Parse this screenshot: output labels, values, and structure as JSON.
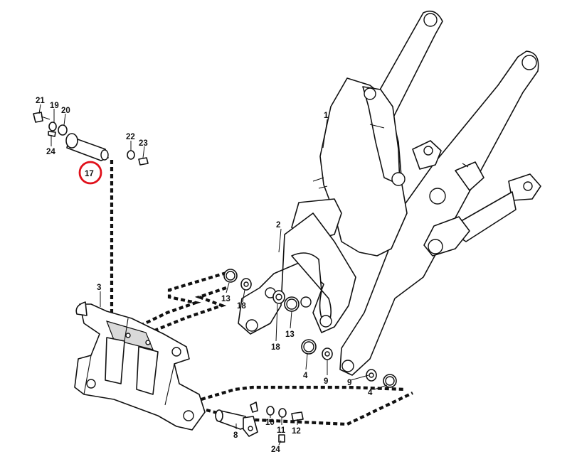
{
  "highlight_color": "#e0101a",
  "line_color": "#111111",
  "callouts": {
    "c1": "1",
    "c2": "2",
    "c3": "3",
    "c4a": "4",
    "c4b": "4",
    "c8": "8",
    "c9a": "9",
    "c9b": "9",
    "c10": "10",
    "c11": "11",
    "c12": "12",
    "c13a": "13",
    "c13b": "13",
    "c17": "17",
    "c18a": "18",
    "c18b": "18",
    "c19": "19",
    "c20": "20",
    "c21": "21",
    "c22": "22",
    "c23": "23",
    "c24a": "24",
    "c24b": "24"
  },
  "highlighted_callout": "17"
}
